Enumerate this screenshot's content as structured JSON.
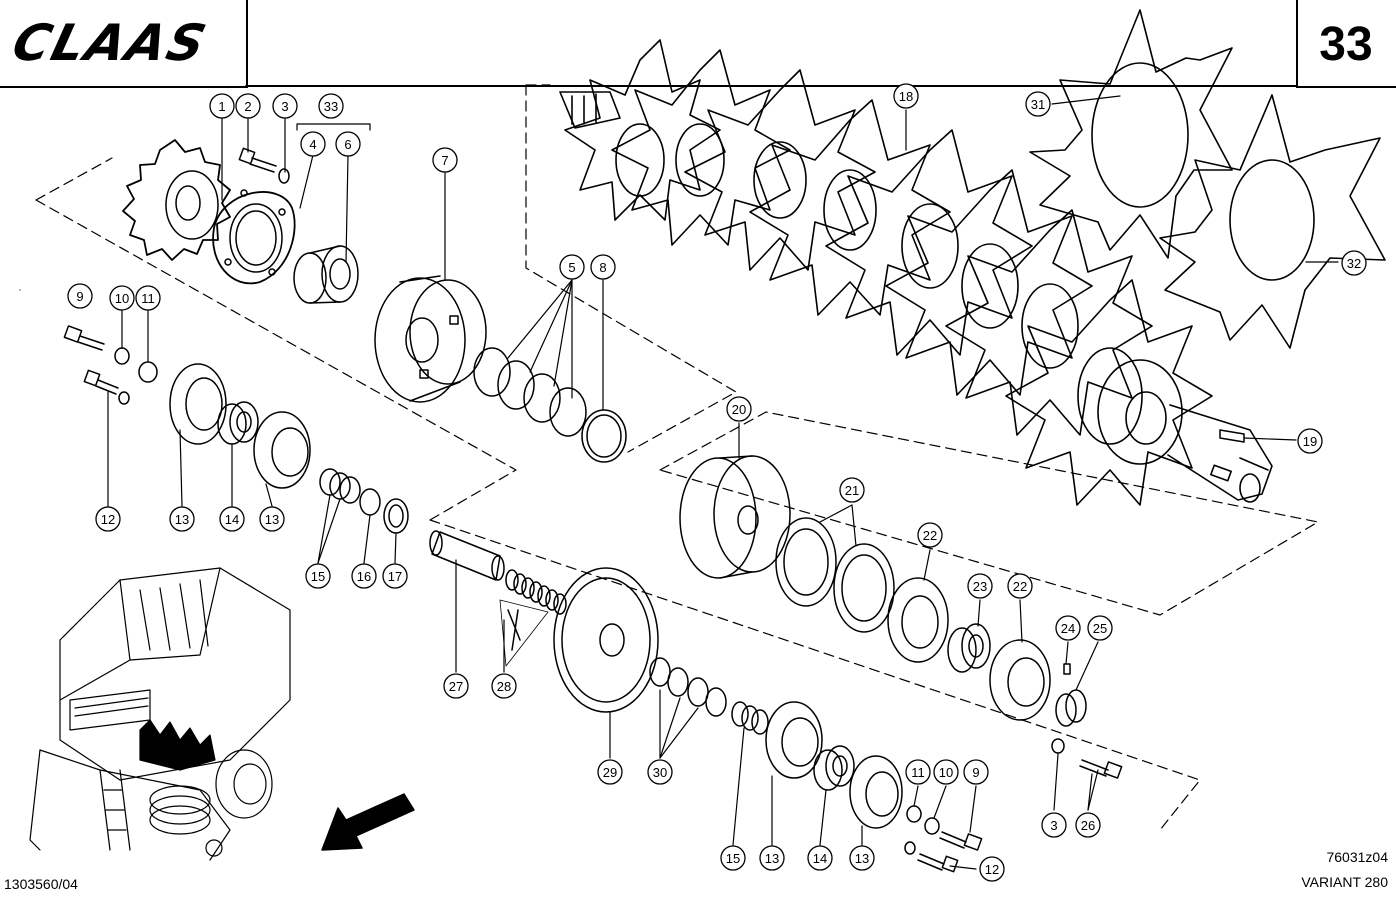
{
  "header": {
    "brand": "CLAAS",
    "page_number": "33"
  },
  "footer": {
    "drawing_number": "1303560/04",
    "figure_code": "76031z04",
    "model": "VARIANT 280"
  },
  "callouts": [
    "1",
    "2",
    "3",
    "33",
    "4",
    "6",
    "7",
    "5",
    "8",
    "9",
    "10",
    "11",
    "12",
    "13",
    "14",
    "13",
    "15",
    "16",
    "17",
    "18",
    "31",
    "32",
    "19",
    "20",
    "21",
    "22",
    "23",
    "22",
    "24",
    "25",
    "27",
    "28",
    "29",
    "30",
    "15",
    "13",
    "14",
    "13",
    "11",
    "10",
    "9",
    "3",
    "26",
    "12"
  ]
}
